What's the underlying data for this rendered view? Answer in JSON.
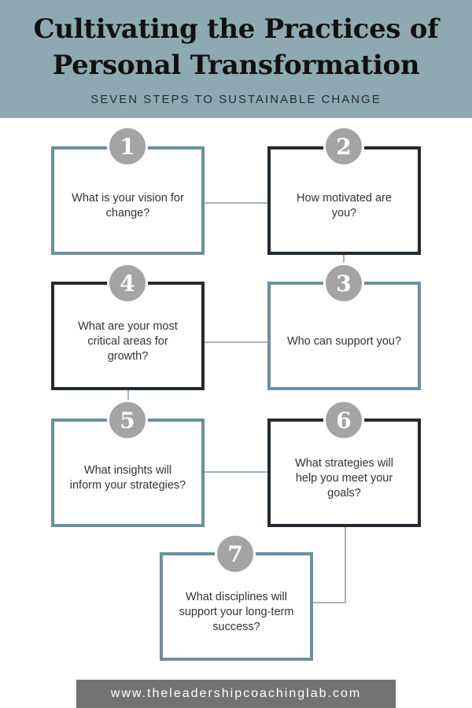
{
  "header": {
    "title_line1": "Cultivating the Practices of",
    "title_line2": "Personal Transformation",
    "subtitle": "SEVEN STEPS TO SUSTAINABLE CHANGE",
    "background_color": "#8fa9b3"
  },
  "steps": [
    {
      "number": "1",
      "text": "What is your vision for change?"
    },
    {
      "number": "2",
      "text": "How motivated are you?"
    },
    {
      "number": "3",
      "text": "Who can support you?"
    },
    {
      "number": "4",
      "text": "What are your most critical areas for growth?"
    },
    {
      "number": "5",
      "text": "What insights will inform your strategies?"
    },
    {
      "number": "6",
      "text": "What strategies will help you meet your goals?"
    },
    {
      "number": "7",
      "text": "What disciplines will support your long-term success?"
    }
  ],
  "colors": {
    "light_border": "#6e8f9c",
    "dark_border": "#242a30",
    "number_badge": "#a4a4a4",
    "connector": "#a9b4b9",
    "footer": "#727272"
  },
  "footer": {
    "url": "www.theleadershipcoachinglab.com"
  }
}
